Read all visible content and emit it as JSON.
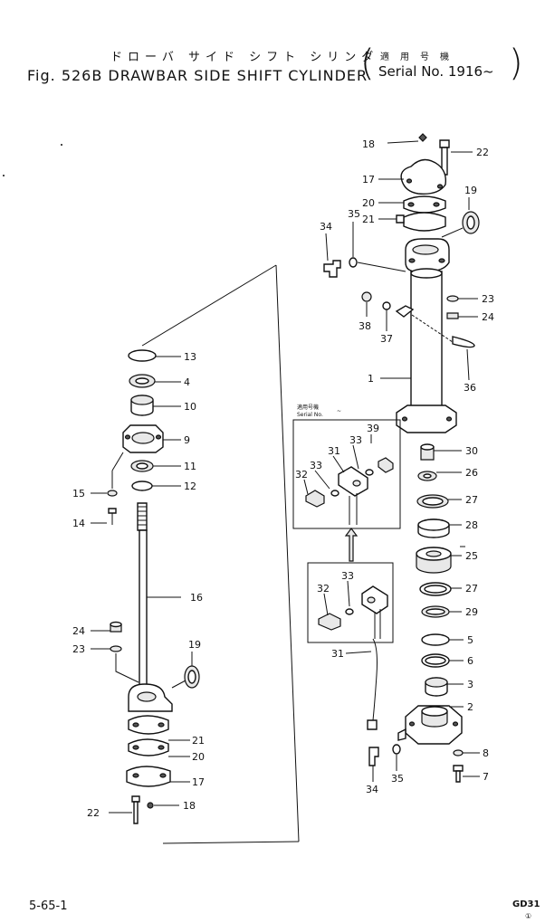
{
  "header": {
    "jp_title": "ドローバ サイド シフト シリンダ",
    "title": "Fig. 526B DRAWBAR SIDE SHIFT CYLINDER",
    "serial_jp": "適用号機",
    "serial": "Serial No. 1916~"
  },
  "footer": {
    "page": "5-65-1",
    "model": "GD31",
    "mark": "①"
  },
  "inset": {
    "label_jp": "適用号機",
    "label_en": "Serial No.",
    "label_range": "~"
  },
  "callouts": {
    "c13": "13",
    "c4": "4",
    "c10": "10",
    "c9": "9",
    "c11": "11",
    "c12": "12",
    "c15": "15",
    "c14": "14",
    "c16": "16",
    "c24L": "24",
    "c23L": "23",
    "c19L": "19",
    "c21L": "21",
    "c20L": "20",
    "c17L": "17",
    "c22L": "22",
    "c18L": "18",
    "c18R": "18",
    "c22R": "22",
    "c17R": "17",
    "c19R": "19",
    "c20R": "20",
    "c35R": "35",
    "c21R": "21",
    "c34R": "34",
    "c23R": "23",
    "c24R": "24",
    "c38": "38",
    "c37": "37",
    "c1": "1",
    "c36": "36",
    "c30": "30",
    "c26": "26",
    "c27a": "27",
    "c28": "28",
    "c25": "25",
    "c27b": "27",
    "c29": "29",
    "c5": "5",
    "c6": "6",
    "c3": "3",
    "c2": "2",
    "c8": "8",
    "c7": "7",
    "c35B": "35",
    "c34B": "34",
    "c31B": "31",
    "c39": "39",
    "c33a": "33",
    "c31a": "31",
    "c33b": "33",
    "c32a": "32",
    "c33c": "33",
    "c32b": "32"
  }
}
